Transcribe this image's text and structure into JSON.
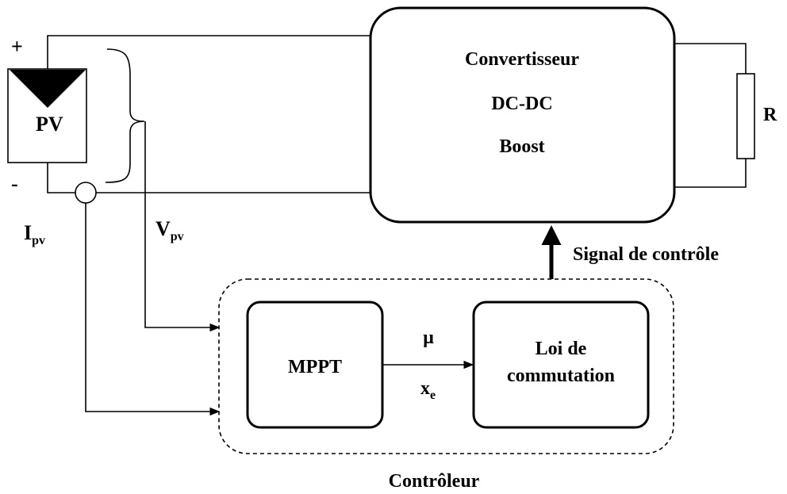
{
  "pv": {
    "label": "PV",
    "plus": "+",
    "minus": "-"
  },
  "converter": {
    "line1": "Convertisseur",
    "line2": "DC-DC",
    "line3": "Boost"
  },
  "load": {
    "label": "R"
  },
  "signals": {
    "ipv_main": "I",
    "ipv_sub": "pv",
    "vpv_main": "V",
    "vpv_sub": "pv",
    "control": "Signal de contrôle",
    "mu": "µ",
    "xe_main": "x",
    "xe_sub": "e"
  },
  "controller": {
    "label": "Contrôleur",
    "mppt": "MPPT",
    "law_line1": "Loi de",
    "law_line2": "commutation"
  }
}
